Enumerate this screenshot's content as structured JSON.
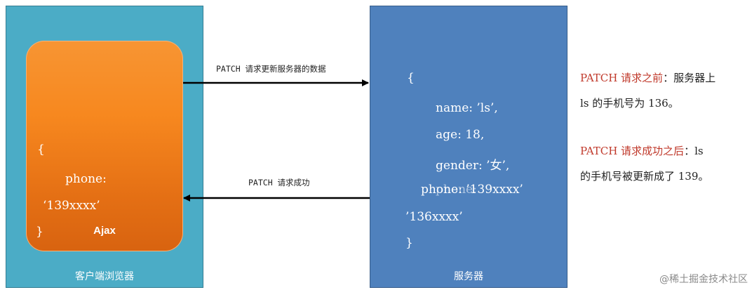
{
  "client": {
    "caption": "客户端浏览器",
    "ajax_label": "Ajax",
    "code": {
      "open": "{",
      "key": "phone:",
      "value": "‘139xxxx’",
      "close": "}"
    }
  },
  "server": {
    "caption": "服务器",
    "code": {
      "open": "{",
      "name": "name: ’ls’,",
      "age": "age: 18,",
      "gender": "gender: ’女’,",
      "phone_new": "phone: ’139xxxx’",
      "phone_old_a": "phone: ",
      "phone_old_b": "’136xxxx’",
      "close": "}"
    }
  },
  "arrows": {
    "request_label": "PATCH 请求更新服务器的数据",
    "response_label": "PATCH 请求成功"
  },
  "notes": {
    "before_prefix": "PATCH 请求之前",
    "before_line1": "：服务器上",
    "before_line2": "ls 的手机号为 136。",
    "after_prefix": "PATCH 请求成功之后",
    "after_line1": "：ls",
    "after_line2": "的手机号被更新成了 139。"
  },
  "watermark": "@稀土掘金技术社区",
  "colors": {
    "client_panel": "#4bacc6",
    "server_panel": "#4f81bd",
    "ajax_box": "#f7881f",
    "note_accent": "#c0392b"
  }
}
